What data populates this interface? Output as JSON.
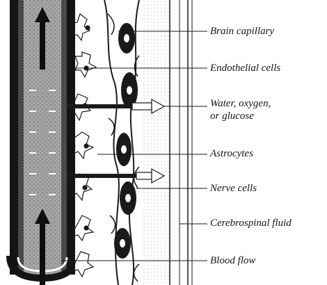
{
  "labels": {
    "brain_capillary": "Brain capillary",
    "endothelial_cells": "Endothelial cells",
    "water_line1": "Water, oxygen,",
    "water_line2": "or glucose",
    "astrocytes": "Astrocytes",
    "nerve_cells": "Nerve cells",
    "cerebrospinal_fluid": "Cerebrospinal fluid",
    "blood_flow": "Blood flow"
  },
  "colors": {
    "ink": "#141414",
    "paper": "#ffffff",
    "stipple": "#8a8a8a"
  }
}
